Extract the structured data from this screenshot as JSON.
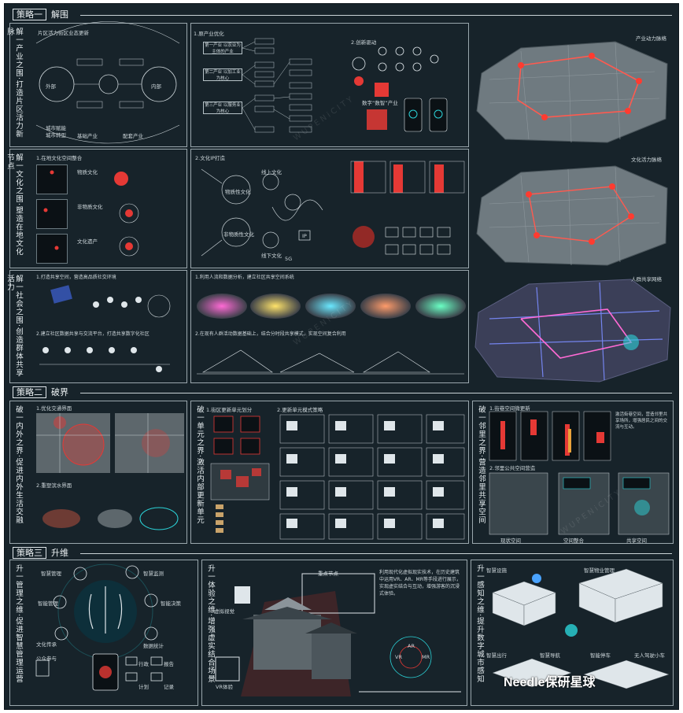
{
  "strategy1": {
    "tag": "策略一",
    "title": "解围"
  },
  "strategy2": {
    "tag": "策略二",
    "title": "破界"
  },
  "strategy3": {
    "tag": "策略三",
    "title": "升维"
  },
  "row1": {
    "side": "解一产业之围·打造片区活力新脉",
    "p1_title": "片区活力街区业态更新",
    "p1_labels": [
      "外部",
      "内部",
      "城市赋能",
      "城市转型",
      "基础产业",
      "配套产业"
    ],
    "p2_title": "1.原产业优化",
    "p2_items": [
      "第一产业 以农业为主体的产业",
      "第二产业 以加工业为核心",
      "第三产业 以服务业为核心"
    ],
    "p3_title": "2.创新驱动",
    "p3_caption": "数字“数智”产业",
    "map_label": "产业动力脉络"
  },
  "row2": {
    "side": "解一文化之围·塑造在地文化节点",
    "p1_title": "1.在地文化空间整合",
    "p1_items": [
      "物质文化",
      "非物质文化",
      "文化遗产"
    ],
    "p2_title": "2.文化IP打造",
    "p2_labels": [
      "物质性文化",
      "非物质性文化",
      "线上文化",
      "线下文化",
      "IP",
      "5G"
    ],
    "map_label": "文化活力脉络"
  },
  "row3": {
    "side": "解一社会之围·创造群体共享活力",
    "p1_title": "1.打造共享空间，营造高品质社交环境",
    "p1b_title": "2.建立社区数据共享与交流平台，打造共享数字化社区",
    "p2_title": "1.利用人流和数据分析，建立社区共享空间系统",
    "p2b_title": "2.在现有人群活动数据基础上，结合分时段共享模式，实现空间复合利用",
    "map_label": "人群共享网络"
  },
  "row4": {
    "side1": "破一内外之界·促进内外生活交融",
    "p1_title": "1.优化交通界面",
    "p1b_title": "2.重塑滨水界面",
    "side2": "破一单元之界·激活内部更新单元",
    "p2_title": "1.街区更新单元划分",
    "p2b_title": "2.更新单元模式策略",
    "side3": "破一邻里之界·营造邻里共享空间",
    "p3_title": "1.街巷空间微更新",
    "p3b_title": "2.邻里公共空间营造",
    "p3_caption": "激活街巷空间，营造邻里共享场所，增强居民之间的交流与互动。",
    "p3_steps": [
      "现状空间",
      "空间整合",
      "共享空间"
    ]
  },
  "row5": {
    "side1": "升一管理之维·促进智慧管理运营",
    "p1_items": [
      "智慧管理",
      "智慧监测",
      "智能管理",
      "智能决策",
      "文化传承",
      "数据统计",
      "公众参与",
      "行政",
      "报告",
      "计划",
      "记录"
    ],
    "side2": "升一体验之维·增强虚实结合场景",
    "p2_labels": [
      "虚拟视觉",
      "VR体验",
      "重点节点",
      "VR",
      "AR",
      "MR"
    ],
    "p2_text": "利用现代化虚拟现实技术，在历史建筑中运用VR、AR、MR等手段进行展示，实现虚实结合与互动，增强游客的沉浸式体验。",
    "side3": "升一感知之维·提升数字城市感知",
    "p3_labels": [
      "智慧设施",
      "智慧物业管理",
      "智慧出行",
      "智慧导航",
      "智能停车",
      "无人驾驶小车"
    ]
  },
  "watermark": "WUPENiCITY",
  "brand": "Needle保研星球",
  "colors": {
    "bg": "#17232a",
    "accent": "#e53935",
    "frame": "#c9d2d6"
  }
}
